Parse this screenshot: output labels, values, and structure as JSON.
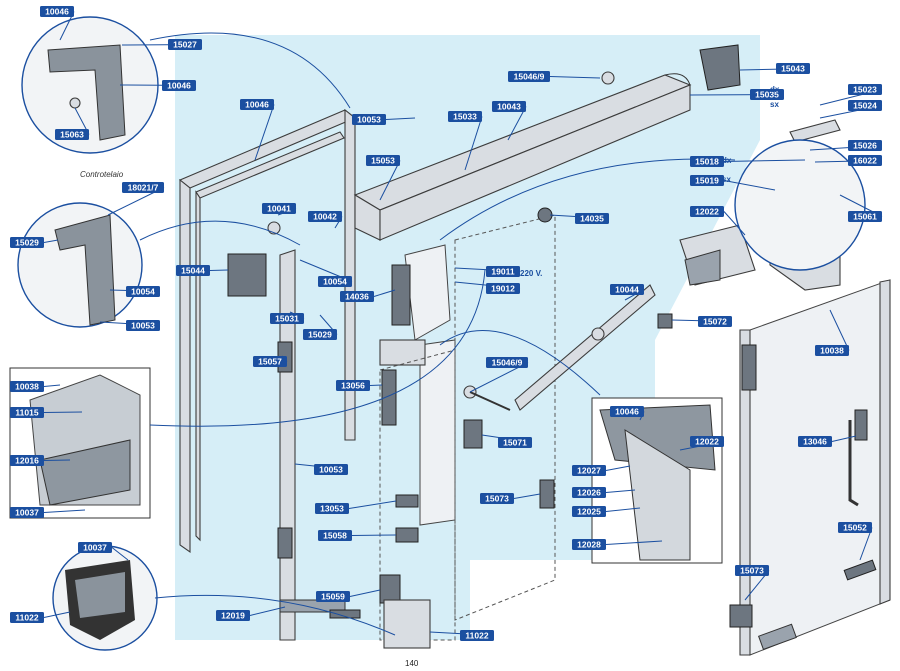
{
  "caption_controtelaio": "Controtelaio",
  "page_number": "140",
  "side_labels": {
    "dx": "dx",
    "sx": "sx",
    "voltage": "220 V."
  },
  "labels": [
    "10046",
    "15027",
    "10046",
    "15063",
    "10046",
    "10053",
    "15033",
    "10043",
    "15046/9",
    "15043",
    "15035",
    "15053",
    "15023",
    "15024",
    "15026",
    "15018",
    "16022",
    "15019",
    "18021/7",
    "10041",
    "10042",
    "14035",
    "12022",
    "15061",
    "15029",
    "15044",
    "10054",
    "19011",
    "19012",
    "14036",
    "10054",
    "10053",
    "15031",
    "15029",
    "10044",
    "15072",
    "10038",
    "15057",
    "13056",
    "15046/9",
    "10038",
    "11015",
    "10046",
    "12022",
    "15071",
    "13046",
    "12016",
    "10053",
    "12027",
    "12026",
    "15073",
    "10037",
    "10037",
    "12025",
    "13053",
    "15058",
    "12028",
    "15052",
    "15073",
    "11022",
    "15059",
    "12019",
    "11022"
  ]
}
